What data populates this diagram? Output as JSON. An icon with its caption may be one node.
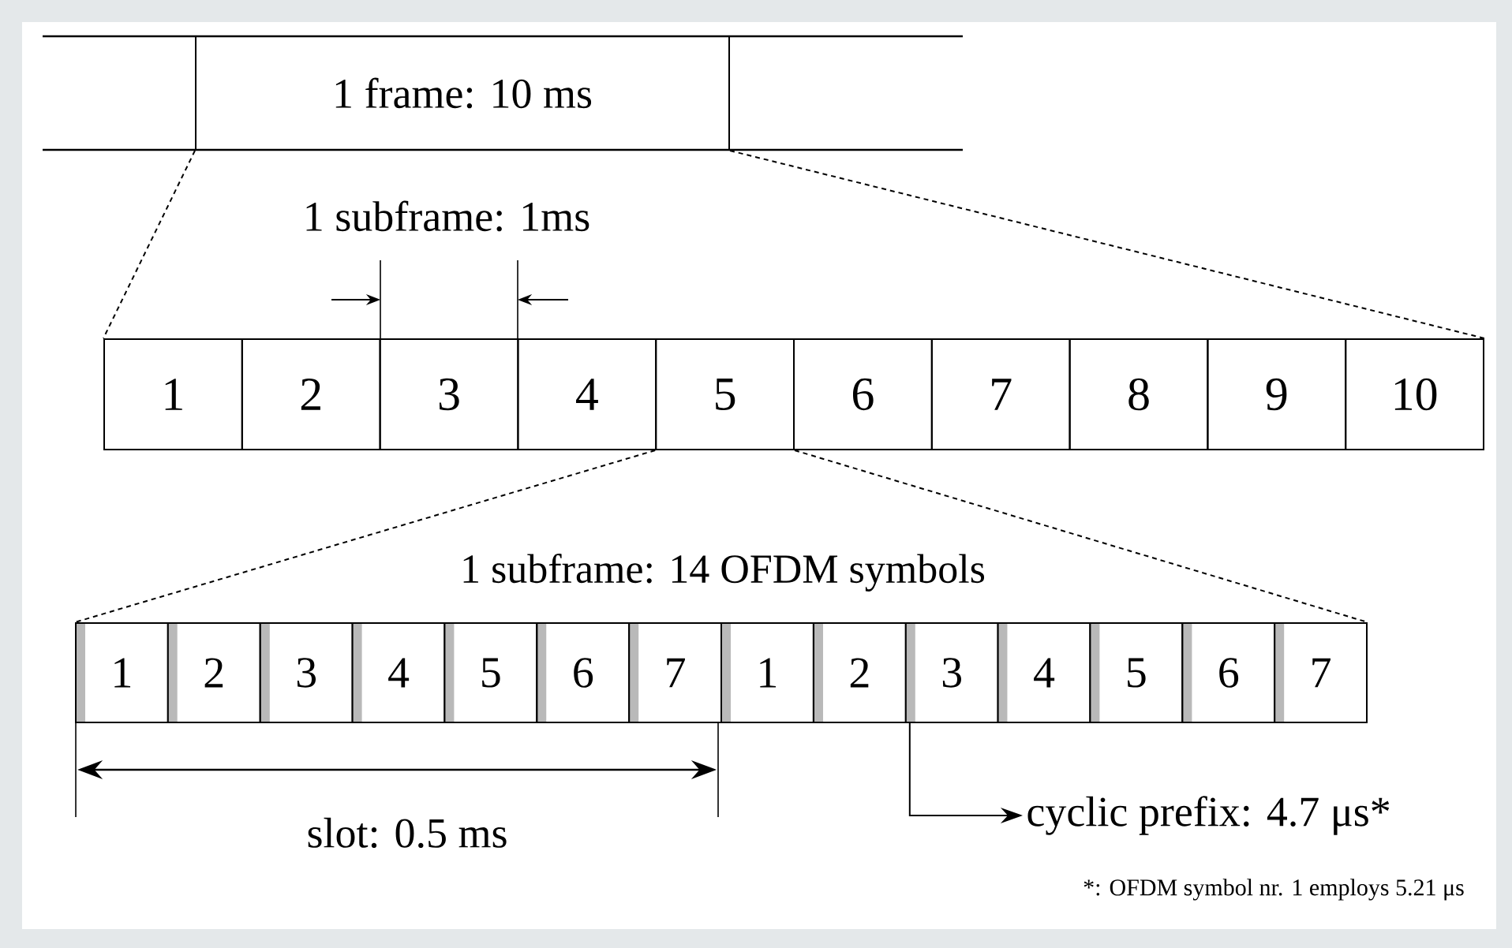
{
  "diagram": {
    "nodes": [
      {
        "text": [
          "1 frame: 10 ms"
        ]
      },
      {
        "text": [
          "1"
        ]
      },
      {
        "text": [
          "2"
        ]
      },
      {
        "text": [
          "3"
        ]
      },
      {
        "text": [
          "4"
        ]
      },
      {
        "text": [
          "5"
        ]
      },
      {
        "text": [
          "6"
        ]
      },
      {
        "text": [
          "7"
        ]
      },
      {
        "text": [
          "8"
        ]
      },
      {
        "text": [
          "9"
        ]
      },
      {
        "text": [
          "10"
        ]
      },
      {
        "text": [
          "1"
        ]
      },
      {
        "text": [
          "2"
        ]
      },
      {
        "text": [
          "3"
        ]
      },
      {
        "text": [
          "4"
        ]
      },
      {
        "text": [
          "5"
        ]
      },
      {
        "text": [
          "6"
        ]
      },
      {
        "text": [
          "7"
        ]
      },
      {
        "text": [
          "1"
        ]
      },
      {
        "text": [
          "2"
        ]
      },
      {
        "text": [
          "3"
        ]
      },
      {
        "text": [
          "4"
        ]
      },
      {
        "text": [
          "5"
        ]
      },
      {
        "text": [
          "6"
        ]
      },
      {
        "text": [
          "7"
        ]
      },
      {
        "text": [
          "cyclic prefix: 4.7 μs*"
        ]
      }
    ],
    "edges": [
      {
        "from": 0,
        "to": 1,
        "arrow": "none",
        "style": "dashed"
      },
      {
        "from": 0,
        "to": 10,
        "arrow": "none",
        "style": "dashed"
      },
      {
        "from": 5,
        "to": 11,
        "arrow": "none",
        "style": "dashed"
      },
      {
        "from": 5,
        "to": 24,
        "arrow": "none",
        "style": "dashed"
      },
      {
        "from": 20,
        "to": 25,
        "arrow": "to"
      }
    ],
    "labels": [
      "1 subframe: 1ms",
      "1 subframe: 14 OFDM symbols",
      "slot: 0.5 ms",
      "*: OFDM symbol nr. 1 employs 5.21 μs"
    ]
  }
}
